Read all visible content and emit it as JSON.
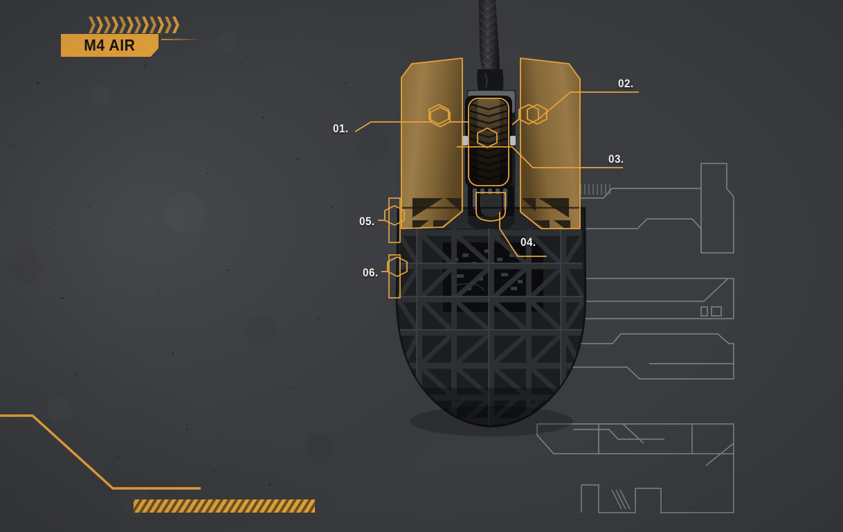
{
  "product": {
    "badge_label": "M4 AIR",
    "chevron_count": 12,
    "chevron_icon": "chevron-right-icon"
  },
  "theme": {
    "accent_orange": "#E8A43C",
    "accent_orange_dark": "#C98A2E",
    "callout_text": "#F2F2F2",
    "background_left": "#3A3C3F",
    "background_right": "#54565A",
    "blueprint_line": "#9BA0A6",
    "shell_black": "#1B1C1E",
    "panel_bronze": "#8A7246"
  },
  "callouts": [
    {
      "id": "01",
      "label": "01.",
      "target": "left-click-panel"
    },
    {
      "id": "02",
      "label": "02.",
      "target": "right-click-panel"
    },
    {
      "id": "03",
      "label": "03.",
      "target": "right-side-vent"
    },
    {
      "id": "04",
      "label": "04.",
      "target": "honeycomb-shell"
    },
    {
      "id": "05",
      "label": "05.",
      "target": "left-side-grip"
    },
    {
      "id": "06",
      "label": "06.",
      "target": "left-lower-grip"
    }
  ],
  "mouse": {
    "name": "gaming-mouse",
    "cable": "braided-paracord-cable",
    "scroll_wheel": "scroll-wheel",
    "dpi_button": "dpi-button",
    "shell": "honeycomb-lattice-shell",
    "left_button": "left-click-panel",
    "right_button": "right-click-panel"
  },
  "decor": {
    "hazard_stripe": "hazard-stripe-bar",
    "step_line": "orange-step-line",
    "blueprint_shapes": 4
  }
}
